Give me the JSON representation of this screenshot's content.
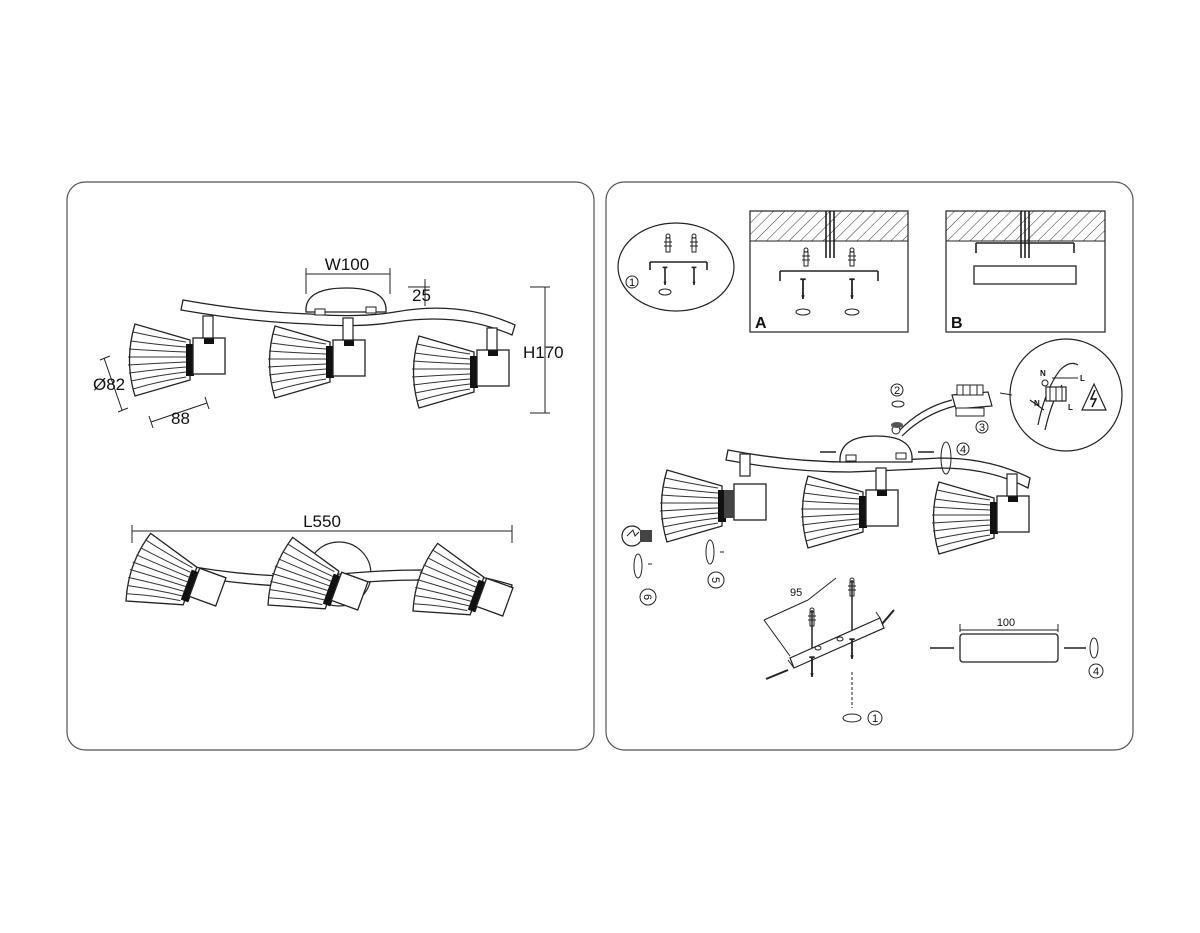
{
  "dimensions_panel": {
    "width_label": "W100",
    "depth_label": "25",
    "height_label": "H170",
    "diameter_label": "Ø82",
    "shade_label": "88",
    "length_label": "L550"
  },
  "installation_panel": {
    "inset_a_label": "A",
    "inset_b_label": "B",
    "steps": {
      "s1": "1",
      "s2": "2",
      "s3": "3",
      "s4": "4",
      "s5": "5",
      "s6": "6"
    },
    "mount_width_label": "95",
    "canopy_width_label": "100",
    "wire_labels": {
      "n": "N",
      "l": "L"
    }
  }
}
